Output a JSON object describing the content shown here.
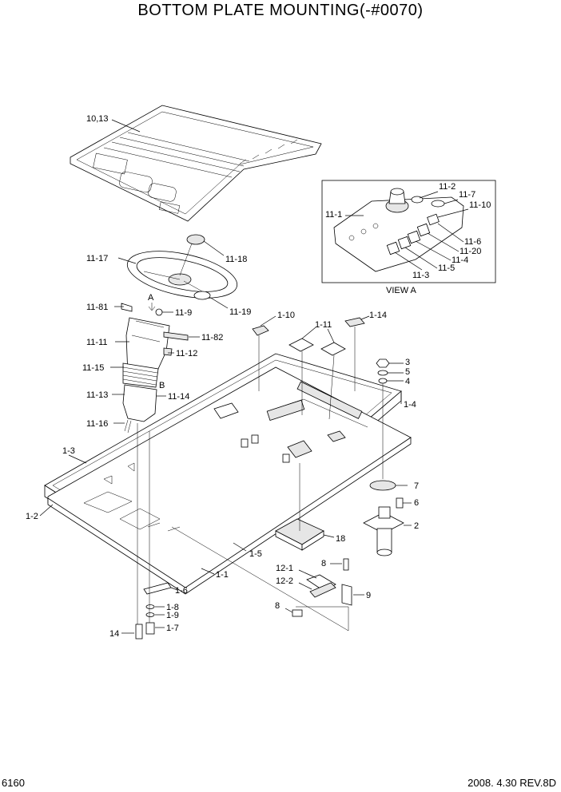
{
  "title": "BOTTOM PLATE MOUNTING(-#0070)",
  "page_number": "6160",
  "date_revision": "2008. 4.30  REV.8D",
  "view_a_caption": "VIEW A",
  "callouts": {
    "c_10_13": "10,13",
    "c_11_17": "11-17",
    "c_11_18": "11-18",
    "c_11_19": "11-19",
    "c_A": "A",
    "c_11_81": "11-81",
    "c_11_9": "11-9",
    "c_11_82": "11-82",
    "c_11_11": "11-11",
    "c_11_12": "11-12",
    "c_11_15": "11-15",
    "c_B": "B",
    "c_11_13": "11-13",
    "c_11_14": "11-14",
    "c_11_16": "11-16",
    "c_1_10": "1-10",
    "c_1_11": "1-11",
    "c_1_14": "1-14",
    "c_3": "3",
    "c_5": "5",
    "c_4": "4",
    "c_1_4": "1-4",
    "c_1_3": "1-3",
    "c_7": "7",
    "c_6": "6",
    "c_2": "2",
    "c_1_2": "1-2",
    "c_18": "18",
    "c_1_5": "1-5",
    "c_8a": "8",
    "c_1_1": "1-1",
    "c_12_1": "12-1",
    "c_12_2": "12-2",
    "c_9": "9",
    "c_1_6": "1-6",
    "c_8b": "8",
    "c_1_8": "1-8",
    "c_1_9": "1-9",
    "c_14": "14",
    "c_1_7": "1-7",
    "v_11_2": "11-2",
    "v_11_7": "11-7",
    "v_11_10": "11-10",
    "v_11_1": "11-1",
    "v_11_6": "11-6",
    "v_11_20": "11-20",
    "v_11_4": "11-4",
    "v_11_5": "11-5",
    "v_11_3": "11-3"
  }
}
